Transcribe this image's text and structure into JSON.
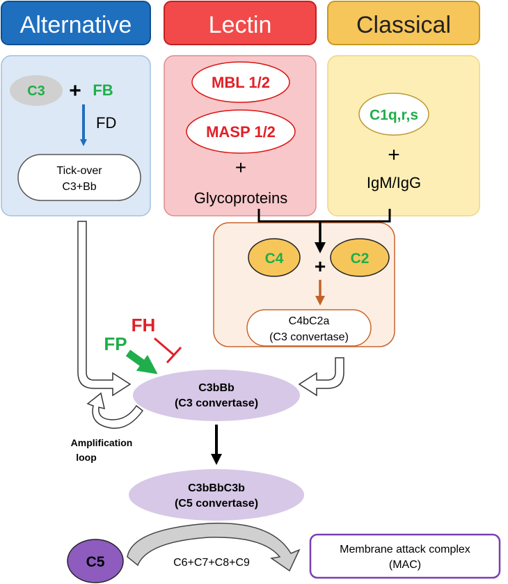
{
  "headers": {
    "alternative": "Alternative",
    "lectin": "Lectin",
    "classical": "Classical"
  },
  "alternative": {
    "c3": "C3",
    "plus": "+",
    "fb": "FB",
    "fd": "FD",
    "tick_over_line1": "Tick-over",
    "tick_over_line2": "C3+Bb"
  },
  "lectin": {
    "mbl": "MBL 1/2",
    "masp": "MASP 1/2",
    "plus": "+",
    "glycoproteins": "Glycoproteins"
  },
  "classical": {
    "c1q": "C1q,r,s",
    "plus": "+",
    "igm": "IgM/IgG"
  },
  "convergence": {
    "c4": "C4",
    "plus": "+",
    "c2": "C2",
    "c4bc2a_line1": "C4bC2a",
    "c4bc2a_line2": "(C3 convertase)"
  },
  "regulators": {
    "fh": "FH",
    "fp": "FP"
  },
  "c3bbb": {
    "line1": "C3bBb",
    "line2": "(C3 convertase)"
  },
  "amplification": {
    "line1": "Amplification",
    "line2": "loop"
  },
  "c3bbbc3b": {
    "line1": "C3bBbC3b",
    "line2": "(C5 convertase)"
  },
  "terminal": {
    "c5": "C5",
    "chain": "C6+C7+C8+C9",
    "mac_line1": "Membrane attack complex",
    "mac_line2": "(MAC)"
  },
  "colors": {
    "alternative_header": "#1f6fbf",
    "lectin_header": "#f24a4a",
    "classical_header": "#f6c65a",
    "green_text": "#1fae4b",
    "red_text": "#e21f26",
    "purple_ellipse": "#d6c8e6",
    "c5_purple": "#8e5bbf"
  }
}
